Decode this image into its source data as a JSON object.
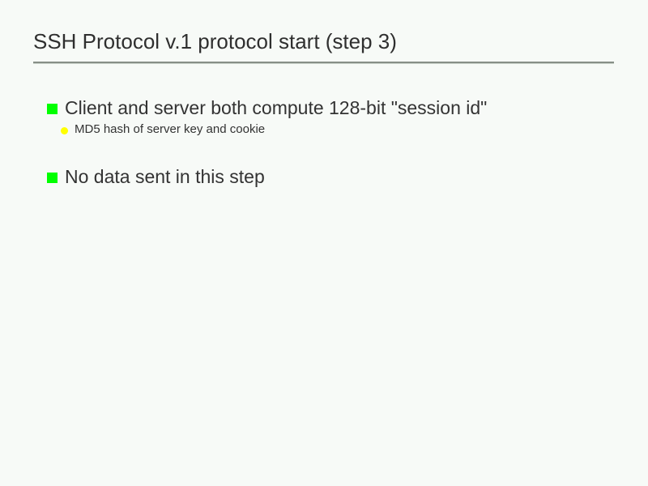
{
  "slide": {
    "title": "SSH Protocol v.1 protocol start (step 3)",
    "background_color": "#f7faf7",
    "title_color": "#2f2f2f",
    "text_color": "#333333",
    "rule_color": "#878f87",
    "bullet_level1_color": "#00ff00",
    "bullet_level2_color": "#ffff00",
    "bullets": [
      {
        "level": 1,
        "marker": "green-square-bullet",
        "text": "Client and server both compute 128-bit \"session id\""
      },
      {
        "level": 2,
        "marker": "yellow-dot-bullet",
        "text": "MD5 hash of server key and cookie"
      },
      {
        "level": 1,
        "marker": "green-square-bullet",
        "text": "No data sent in this step"
      }
    ]
  }
}
